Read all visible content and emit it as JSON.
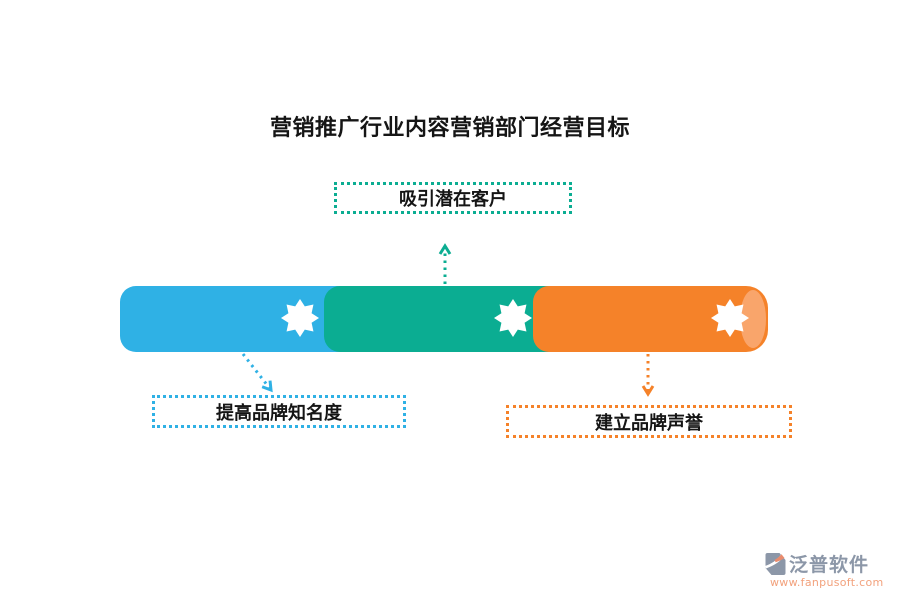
{
  "title": "营销推广行业内容营销部门经营目标",
  "bar": {
    "type": "three-segment-cylinder",
    "icon": "eight-point-star",
    "segments": [
      {
        "name": "blue",
        "color": "#2FB1E5"
      },
      {
        "name": "teal",
        "color": "#0BAD92"
      },
      {
        "name": "orange",
        "color": "#F58229",
        "cap_color": "#F9A56B"
      }
    ]
  },
  "callouts": [
    {
      "label": "提高品牌知名度",
      "color": "#2FB1E5",
      "position": "bottom-left"
    },
    {
      "label": "吸引潜在客户",
      "color": "#0BAD92",
      "position": "top"
    },
    {
      "label": "建立品牌声誉",
      "color": "#F58229",
      "position": "bottom-right"
    }
  ],
  "watermark": {
    "brand": "泛普软件",
    "url": "www.fanpusoft.com"
  }
}
